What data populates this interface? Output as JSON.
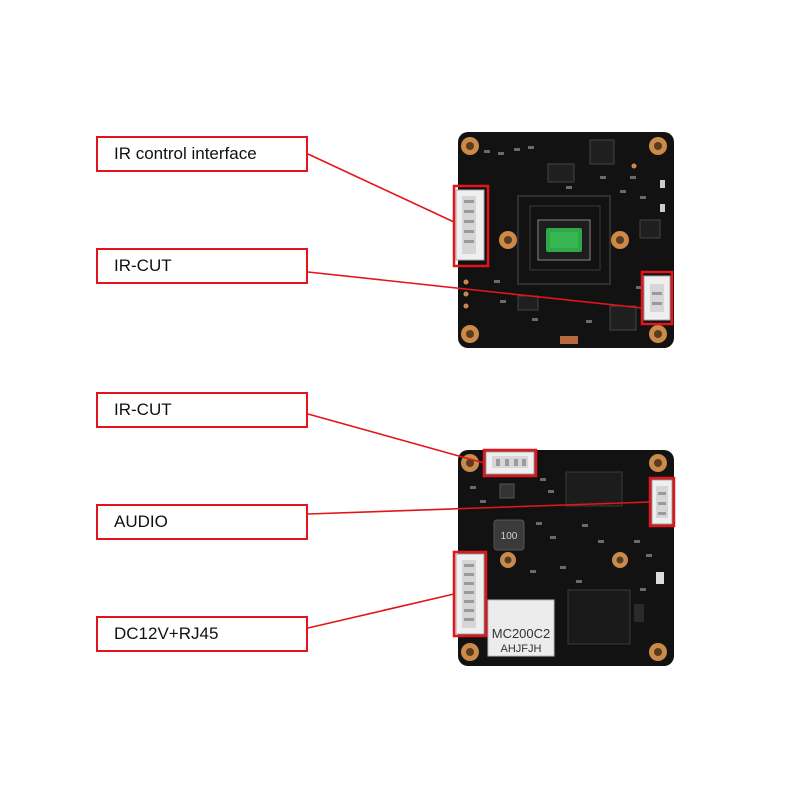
{
  "labels": {
    "ir_control_interface": "IR control interface",
    "ir_cut_top": "IR-CUT",
    "ir_cut_bottom": "IR-CUT",
    "audio": "AUDIO",
    "dc12v_rj45": "DC12V+RJ45"
  },
  "board_text": {
    "module_model": "MC200C2",
    "module_code": "AHJFJH",
    "inductor_code": "100"
  },
  "colors": {
    "callout_red": "#e3141b",
    "pcb_black": "#121212",
    "mount_gold": "#c98a4a",
    "sensor_green": "#2fa84a",
    "connector_white": "#efefef"
  }
}
